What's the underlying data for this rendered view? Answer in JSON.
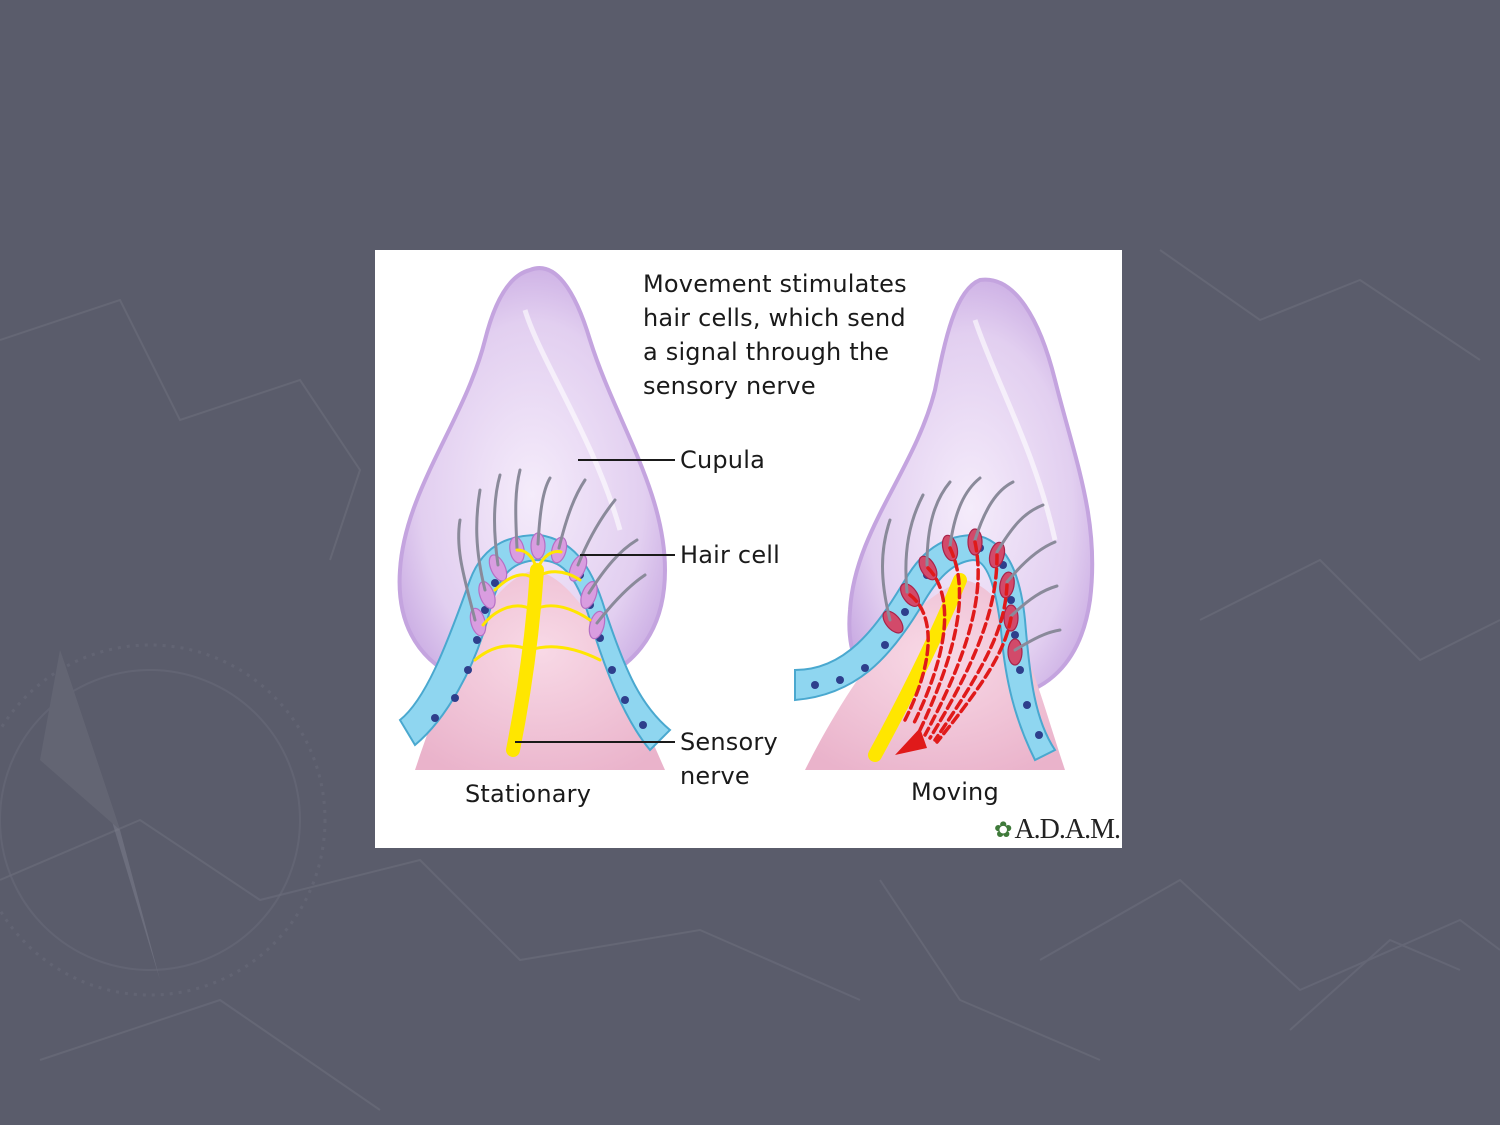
{
  "figure": {
    "caption_lines": [
      "Movement stimulates",
      "hair cells, which send",
      "a signal through the",
      "sensory nerve"
    ],
    "labels": {
      "cupula": "Cupula",
      "hair_cell": "Hair cell",
      "sensory_nerve_line1": "Sensory",
      "sensory_nerve_line2": "nerve",
      "stationary": "Stationary",
      "moving": "Moving"
    },
    "logo": "A.D.A.M."
  },
  "colors": {
    "slide_background": "#5a5c6b",
    "cupula": "#d9c2ec",
    "hair_cell_layer": "#7fd0ee",
    "nerve": "#ffe600",
    "signal": "#e01a1a",
    "tissue": "#f2c6d8"
  }
}
